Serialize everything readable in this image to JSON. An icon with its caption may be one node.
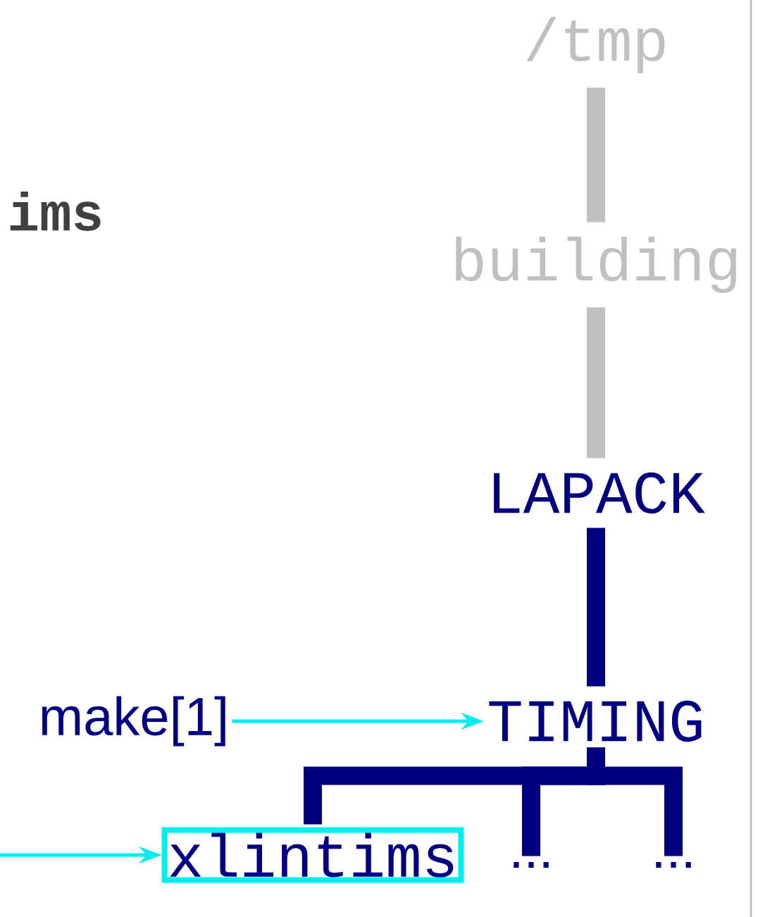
{
  "diagram": {
    "nodes": [
      {
        "text": [
          "/tmp"
        ]
      },
      {
        "text": [
          "building"
        ]
      },
      {
        "text": [
          "LAPACK"
        ]
      },
      {
        "text": [
          "make[1]"
        ]
      },
      {
        "text": [
          "TIMING"
        ]
      },
      {
        "text": [
          "xlintims"
        ]
      },
      {
        "text": [
          "..."
        ]
      },
      {
        "text": [
          "..."
        ]
      }
    ],
    "edges": [
      {
        "from": 0,
        "to": 1,
        "arrow": "none",
        "color": "#c0c0c0"
      },
      {
        "from": 1,
        "to": 2,
        "arrow": "none",
        "color": "#c0c0c0"
      },
      {
        "from": 2,
        "to": 4,
        "arrow": "none"
      },
      {
        "from": 3,
        "to": 4,
        "arrow": "to",
        "color": "#00eeee"
      },
      {
        "from": 4,
        "to": 5,
        "arrow": "none"
      },
      {
        "from": 4,
        "to": 6,
        "arrow": "none"
      },
      {
        "from": 4,
        "to": 7,
        "arrow": "none"
      },
      {
        "from": null,
        "to": 5,
        "arrow": "to",
        "color": "#00eeee"
      }
    ],
    "labels": [
      "ims"
    ]
  }
}
